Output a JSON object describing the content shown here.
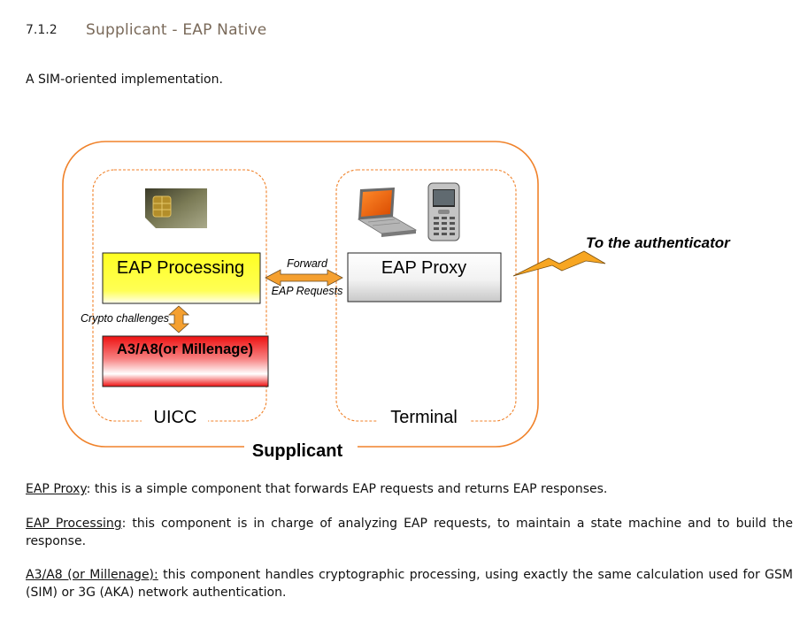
{
  "section": {
    "number": "7.1.2",
    "title": "Supplicant - EAP Native"
  },
  "intro": "A SIM-oriented implementation.",
  "diagram": {
    "eap_processing": "EAP Processing",
    "a3a8": "A3/A8(or Millenage)",
    "crypto_challenges": "Crypto challenges",
    "forward": "Forward",
    "eap_requests": "EAP Requests",
    "eap_proxy": "EAP Proxy",
    "to_authenticator": "To the authenticator",
    "uicc": "UICC",
    "terminal": "Terminal",
    "supplicant": "Supplicant",
    "colors": {
      "frame": "#f0822a",
      "arrow": "#f5a030",
      "eap_processing_fill": "#ffff33",
      "a3a8_fill": "#ee2222"
    },
    "icons": [
      "sim-card-icon",
      "laptop-icon",
      "mobile-phone-icon",
      "lightning-bolt-icon"
    ]
  },
  "descriptions": [
    {
      "term": "EAP Proxy",
      "text": ": this is a simple component that forwards EAP requests and returns EAP responses."
    },
    {
      "term": "EAP Processing",
      "text": ": this component is in charge of analyzing EAP requests, to maintain a state machine and to build the response."
    },
    {
      "term": "A3/A8 (or Millenage):",
      "text": " this component handles cryptographic processing, using exactly the same calculation used for GSM (SIM) or 3G (AKA) network authentication."
    }
  ]
}
